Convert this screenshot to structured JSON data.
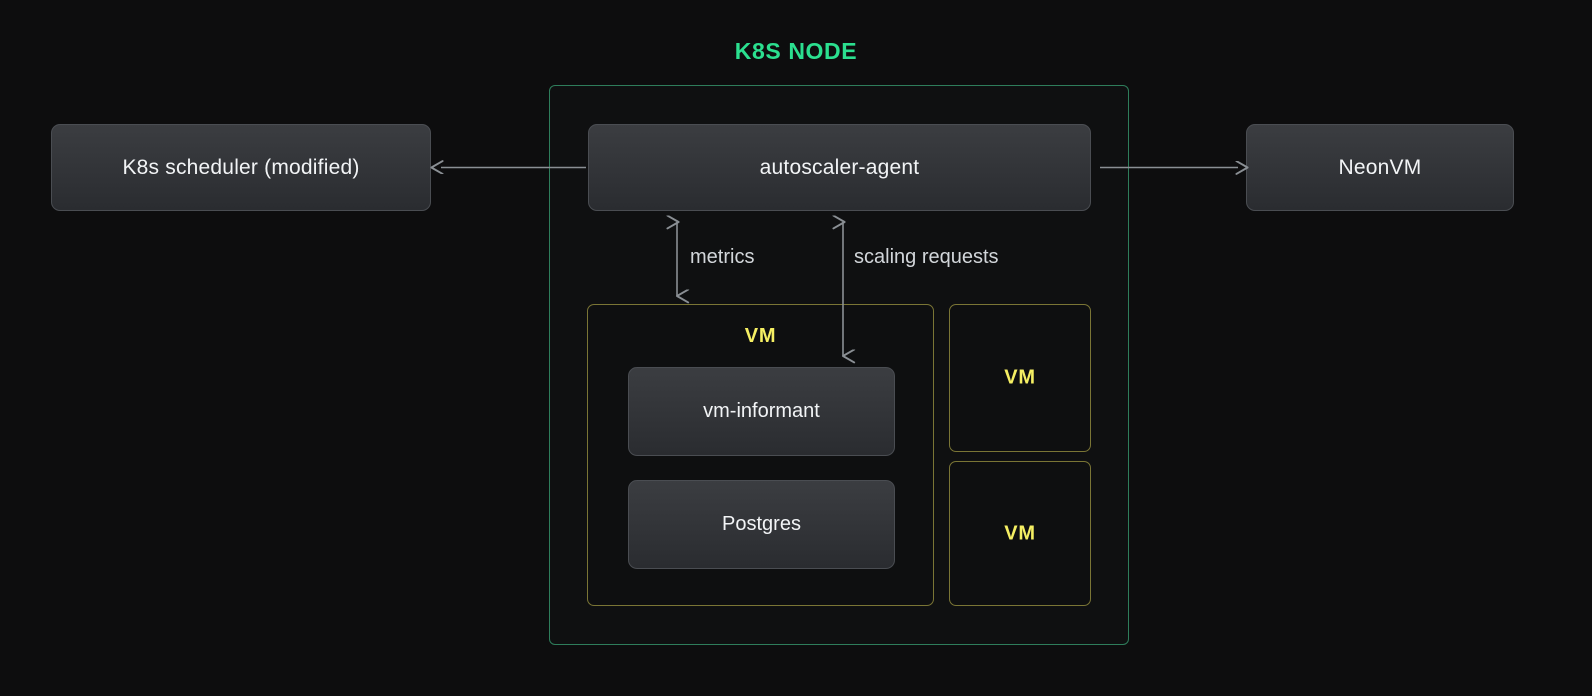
{
  "diagram": {
    "title": "K8S NODE",
    "title_color": "#2bdf8f",
    "background_color": "#0d0d0e",
    "node_border_color": "#2e7d5b",
    "vm_border_color": "#7a7535",
    "vm_label_color": "#f5ef63",
    "component_text_color": "#f2f4f6",
    "edge_label_color": "#d2d6da",
    "arrow_color": "#8a8f94"
  },
  "external": {
    "scheduler": {
      "label": "K8s scheduler (modified)"
    },
    "neonvm": {
      "label": "NeonVM"
    }
  },
  "node": {
    "agent": {
      "label": "autoscaler-agent"
    },
    "vm_main": {
      "label": "VM",
      "components": [
        {
          "label": "vm-informant"
        },
        {
          "label": "Postgres"
        }
      ]
    },
    "vm_others": [
      {
        "label": "VM"
      },
      {
        "label": "VM"
      }
    ]
  },
  "edges": [
    {
      "name": "agent-to-scheduler",
      "label": "",
      "direction": "left"
    },
    {
      "name": "agent-to-neonvm",
      "label": "",
      "direction": "right"
    },
    {
      "name": "metrics",
      "label": "metrics",
      "direction": "bidirectional"
    },
    {
      "name": "scaling-requests",
      "label": "scaling requests",
      "direction": "bidirectional"
    }
  ],
  "labels": {
    "metrics": "metrics",
    "scaling_requests": "scaling requests"
  }
}
